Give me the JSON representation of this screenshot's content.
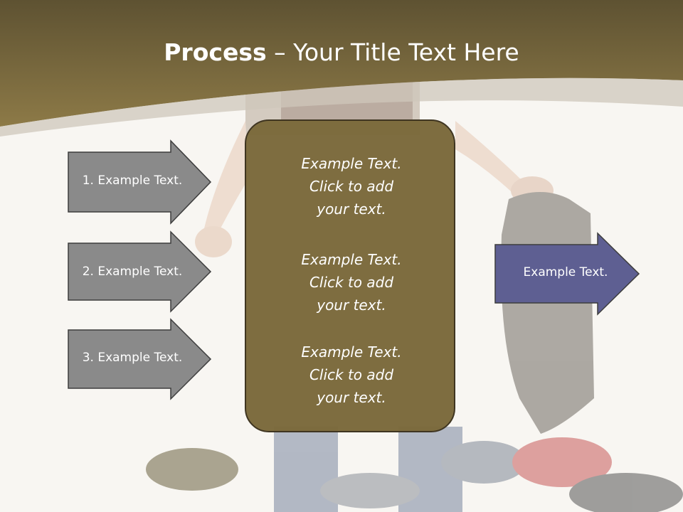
{
  "slide": {
    "title_bold": "Process",
    "title_rest": " – Your Title Text Here"
  },
  "left_arrows": [
    {
      "label": "1. Example Text."
    },
    {
      "label": "2. Example Text."
    },
    {
      "label": "3. Example Text."
    }
  ],
  "center_box": {
    "paragraphs": [
      {
        "line1": "Example Text.",
        "line2": "Click  to add",
        "line3": "your text."
      },
      {
        "line1": "Example Text.",
        "line2": "Click  to add",
        "line3": "your text."
      },
      {
        "line1": "Example Text.",
        "line2": "Click  to add",
        "line3": "your text."
      }
    ]
  },
  "right_arrow": {
    "label": "Example Text."
  },
  "colors": {
    "header_brown": "#7d6a3b",
    "arrow_gray": "#8a8a8a",
    "arrow_purple": "#5e5f92",
    "box_brown": "#7a683a"
  }
}
